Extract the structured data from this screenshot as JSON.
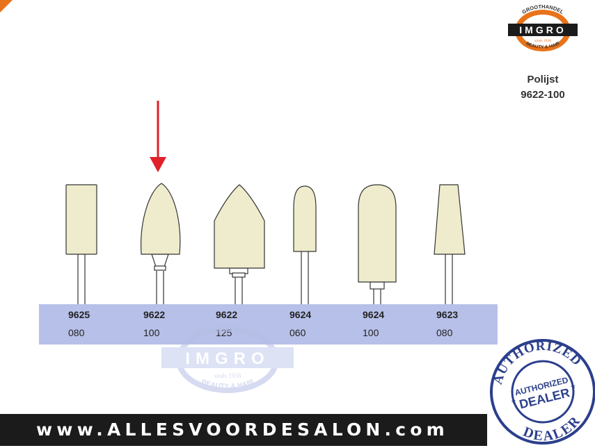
{
  "brand": {
    "logo_top": "GROOTHANDEL",
    "logo_name": "IMGRO",
    "logo_since": "sinds 1938",
    "logo_bottom": "BEAUTY & HAIR",
    "accent_orange": "#e8731a",
    "band_color": "#b7c0e8"
  },
  "product": {
    "title_line1": "Polijst",
    "title_line2": "9622-100"
  },
  "tools": [
    {
      "code": "9625",
      "size": "080",
      "selected": false
    },
    {
      "code": "9622",
      "size": "100",
      "selected": true
    },
    {
      "code": "9622",
      "size": "125",
      "selected": false
    },
    {
      "code": "9624",
      "size": "060",
      "selected": false
    },
    {
      "code": "9624",
      "size": "100",
      "selected": false
    },
    {
      "code": "9623",
      "size": "080",
      "selected": false
    }
  ],
  "indicator": {
    "icon": "arrow-down-icon",
    "color": "#e0202a"
  },
  "seal": {
    "outer_top": "AUTHORIZED",
    "inner_line1": "AUTHORIZED",
    "inner_line2": "DEALER",
    "outer_bottom": "DEALER",
    "color": "#2c3f8c"
  },
  "footer": {
    "url": "www.ALLESVOORDESALON.com"
  }
}
